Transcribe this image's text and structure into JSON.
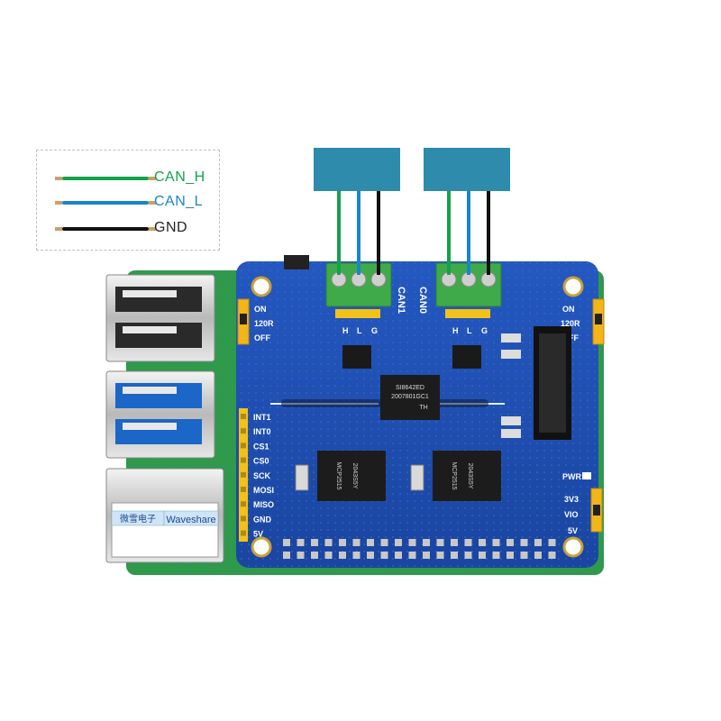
{
  "legend": {
    "items": [
      {
        "label": "CAN_H",
        "color": "#13a24a",
        "text_color": "#13a24a"
      },
      {
        "label": "CAN_L",
        "color": "#1b85c8",
        "text_color": "#1b85c8"
      },
      {
        "label": "GND",
        "color": "#111111",
        "text_color": "#222222"
      }
    ]
  },
  "board": {
    "color": "#1d4fb3",
    "connectors": {
      "can1": "CAN1",
      "can0": "CAN0"
    },
    "terminal_pins": [
      "H",
      "L",
      "G"
    ],
    "jumper_left": {
      "on": "ON",
      "r120": "120R",
      "off": "OFF"
    },
    "jumper_right": {
      "on": "ON",
      "r120": "120R",
      "off": "OFF"
    },
    "pin_labels": [
      "INT1",
      "INT0",
      "CS1",
      "CS0",
      "SCK",
      "MOSI",
      "MISO",
      "GND",
      "5V"
    ],
    "power_labels": {
      "pwr": "PWR",
      "v3v3": "3V3",
      "vio": "VIO",
      "v5": "5V"
    },
    "isolator_chip": {
      "line1": "SI8642ED",
      "line2": "2007801GC1",
      "line3": "TH"
    },
    "controller_chips": [
      {
        "line1": "MCP2515",
        "line2": "2043S5Y"
      },
      {
        "line1": "MCP2515",
        "line2": "2043S5Y"
      }
    ]
  },
  "raspberry_pi": {
    "color": "#2e9a4a",
    "label_chinese": "微雪电子",
    "label_brand": "Waveshare"
  },
  "devices": {
    "color": "#2e8bab"
  }
}
